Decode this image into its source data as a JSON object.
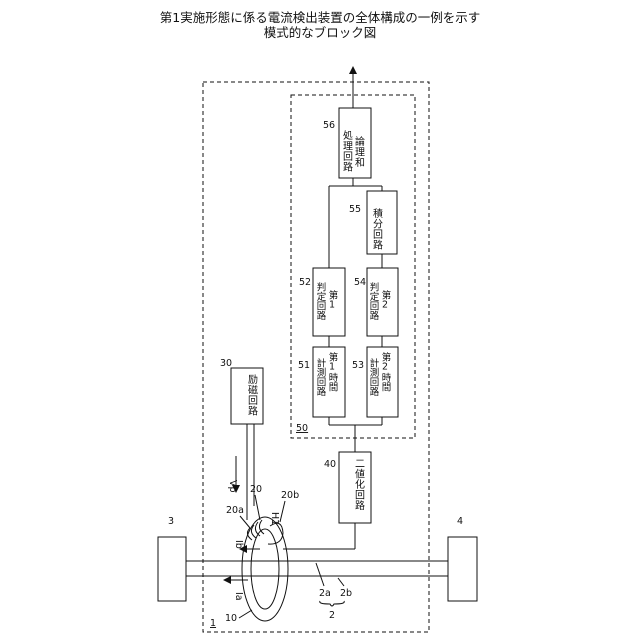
{
  "title": {
    "line1": "第1実施形態に係る電流検出装置の全体構成の一例を示す",
    "line2": "模式的なブロック図"
  },
  "blocks": {
    "b56": {
      "ref": "56",
      "line1": "論理和",
      "line2": "処理回路"
    },
    "b55": {
      "ref": "55",
      "line1": "積分回路"
    },
    "b52": {
      "ref": "52",
      "line1": "第1",
      "line2": "判定回路"
    },
    "b54": {
      "ref": "54",
      "line1": "第2",
      "line2": "判定回路"
    },
    "b51": {
      "ref": "51",
      "line1": "第1時間",
      "line2": "計測回路"
    },
    "b53": {
      "ref": "53",
      "line1": "第2時間",
      "line2": "計測回路"
    },
    "b30": {
      "ref": "30",
      "line1": "励磁回路"
    },
    "b40": {
      "ref": "40",
      "line1": "二値化回路"
    },
    "b3": {
      "ref": "3"
    },
    "b4": {
      "ref": "4"
    }
  },
  "labels": {
    "group50": "50",
    "device1": "1",
    "core10": "10",
    "coil20": "20",
    "coil20a": "20a",
    "coil20b": "20b",
    "field_h1": "H1",
    "voltage_vp": "Vp",
    "current_ib": "Ib",
    "current_ia": "Ia",
    "conductor2": "2",
    "conductor2a": "2a",
    "conductor2b": "2b"
  }
}
